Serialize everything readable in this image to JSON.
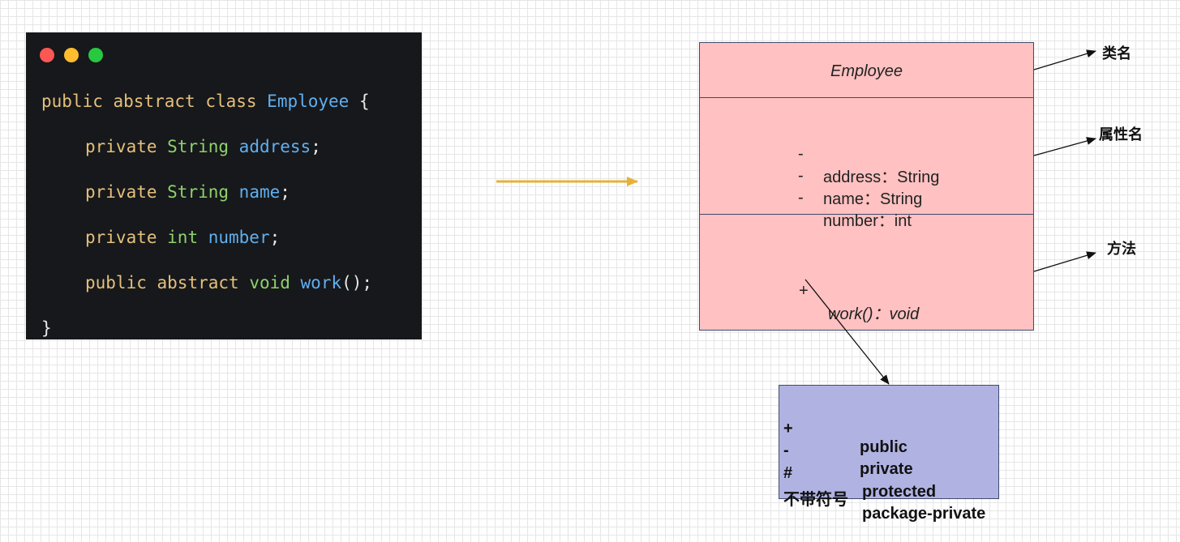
{
  "code_window": {
    "buttons": [
      {
        "name": "close",
        "color": "#fd5754"
      },
      {
        "name": "minimize",
        "color": "#febc2e"
      },
      {
        "name": "maximize",
        "color": "#28c840"
      }
    ],
    "colors": {
      "keyword": "#e5c07b",
      "type": "#8fd16b",
      "identifier": "#61afef",
      "punct": "#e8e8e8"
    },
    "lines": [
      {
        "tokens": [
          {
            "text": "public ",
            "kind": "keyword"
          },
          {
            "text": "abstract ",
            "kind": "keyword"
          },
          {
            "text": "class ",
            "kind": "keyword"
          },
          {
            "text": "Employee",
            "kind": "identifier"
          },
          {
            "text": " {",
            "kind": "punct"
          }
        ]
      },
      {
        "tokens": [
          {
            "text": "private ",
            "kind": "keyword"
          },
          {
            "text": "String ",
            "kind": "type"
          },
          {
            "text": "address",
            "kind": "identifier"
          },
          {
            "text": ";",
            "kind": "punct"
          }
        ]
      },
      {
        "tokens": [
          {
            "text": "private ",
            "kind": "keyword"
          },
          {
            "text": "String ",
            "kind": "type"
          },
          {
            "text": "name",
            "kind": "identifier"
          },
          {
            "text": ";",
            "kind": "punct"
          }
        ]
      },
      {
        "tokens": [
          {
            "text": "private ",
            "kind": "keyword"
          },
          {
            "text": "int ",
            "kind": "type"
          },
          {
            "text": "number",
            "kind": "identifier"
          },
          {
            "text": ";",
            "kind": "punct"
          }
        ]
      },
      {
        "tokens": [
          {
            "text": "public ",
            "kind": "keyword"
          },
          {
            "text": "abstract ",
            "kind": "keyword"
          },
          {
            "text": "void ",
            "kind": "type"
          },
          {
            "text": "work",
            "kind": "identifier"
          },
          {
            "text": "();",
            "kind": "punct"
          }
        ]
      },
      {
        "tokens": [
          {
            "text": "}",
            "kind": "punct"
          }
        ]
      }
    ]
  },
  "transform_arrow": {
    "color": "#e3b339"
  },
  "uml": {
    "class_name": "Employee",
    "attributes": [
      {
        "visibility": "-",
        "text": "address：String"
      },
      {
        "visibility": "-",
        "text": "name：String"
      },
      {
        "visibility": "-",
        "text": "number：int"
      }
    ],
    "methods": [
      {
        "visibility": "+",
        "text": "work()：void"
      }
    ],
    "fill": "#ffc1c1",
    "border": "#3f4a6b"
  },
  "annotations": {
    "class_name": "类名",
    "attributes": "属性名",
    "methods": "方法"
  },
  "legend": {
    "fill": "#b0b3e2",
    "rows": [
      {
        "symbol": "+",
        "meaning": "public"
      },
      {
        "symbol": "-",
        "meaning": "private"
      },
      {
        "symbol": "#",
        "meaning": "protected"
      },
      {
        "symbol": "不带符号",
        "meaning": "package-private"
      }
    ]
  }
}
